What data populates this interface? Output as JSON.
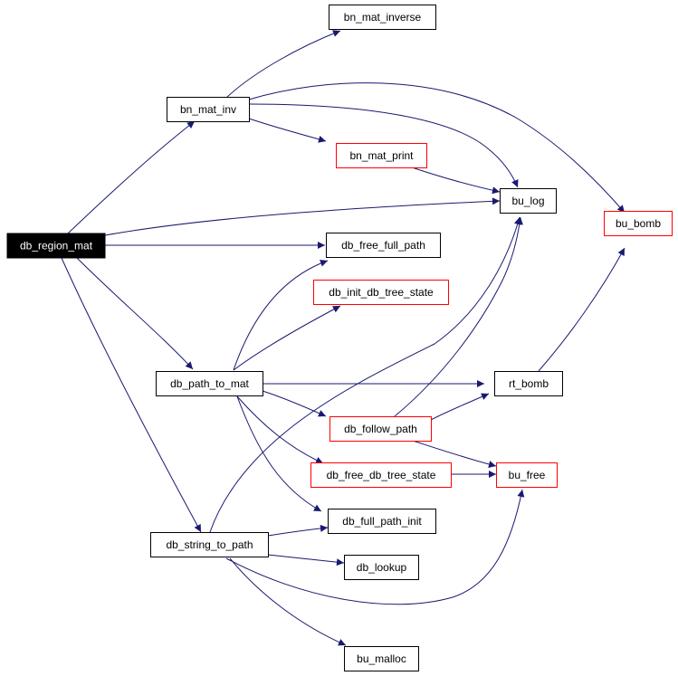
{
  "colors": {
    "edge": "#191970",
    "node_border_black": "#000000",
    "node_border_red": "#ff0000",
    "root_fill": "#000000",
    "root_text": "#ffffff"
  },
  "nodes": {
    "db_region_mat": "db_region_mat",
    "bn_mat_inverse": "bn_mat_inverse",
    "bn_mat_inv": "bn_mat_inv",
    "bn_mat_print": "bn_mat_print",
    "bu_log": "bu_log",
    "bu_bomb": "bu_bomb",
    "db_free_full_path": "db_free_full_path",
    "db_init_db_tree_state": "db_init_db_tree_state",
    "db_path_to_mat": "db_path_to_mat",
    "rt_bomb": "rt_bomb",
    "db_follow_path": "db_follow_path",
    "db_free_db_tree_state": "db_free_db_tree_state",
    "bu_free": "bu_free",
    "db_full_path_init": "db_full_path_init",
    "db_string_to_path": "db_string_to_path",
    "db_lookup": "db_lookup",
    "bu_malloc": "bu_malloc"
  }
}
